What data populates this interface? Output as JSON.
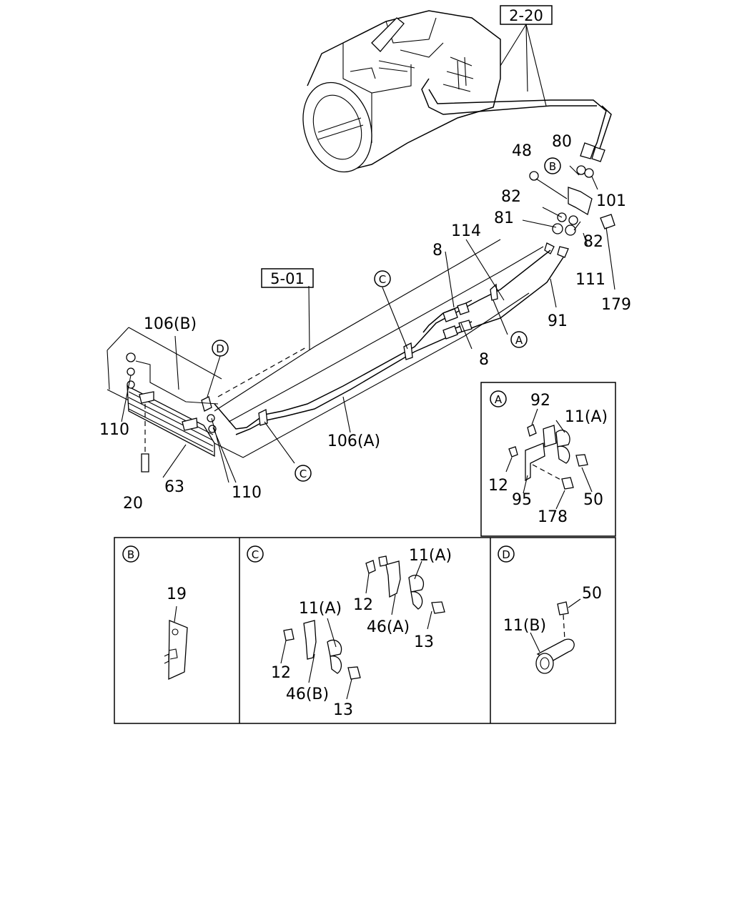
{
  "references": {
    "ref_2_20": "2-20",
    "ref_5_01": "5-01"
  },
  "markers": {
    "A": "A",
    "B": "B",
    "C": "C",
    "D": "D"
  },
  "main_labels": {
    "l48": "48",
    "l80": "80",
    "l101": "101",
    "l82a": "82",
    "l82b": "82",
    "l81": "81",
    "l114": "114",
    "l111": "111",
    "l179": "179",
    "l91": "91",
    "l8a": "8",
    "l8b": "8",
    "l106b": "106(B)",
    "l106a": "106(A)",
    "l110a": "110",
    "l110b": "110",
    "l63": "63",
    "l20": "20"
  },
  "inset_a": {
    "l92": "92",
    "l11a": "11(A)",
    "l12": "12",
    "l95": "95",
    "l50": "50",
    "l178": "178"
  },
  "inset_b": {
    "l19": "19"
  },
  "inset_c": {
    "l11a_top": "11(A)",
    "l12_top": "12",
    "l46a": "46(A)",
    "l13_top": "13",
    "l11a_bot": "11(A)",
    "l12_bot": "12",
    "l46b": "46(B)",
    "l13_bot": "13"
  },
  "inset_d": {
    "l50": "50",
    "l11b": "11(B)"
  }
}
